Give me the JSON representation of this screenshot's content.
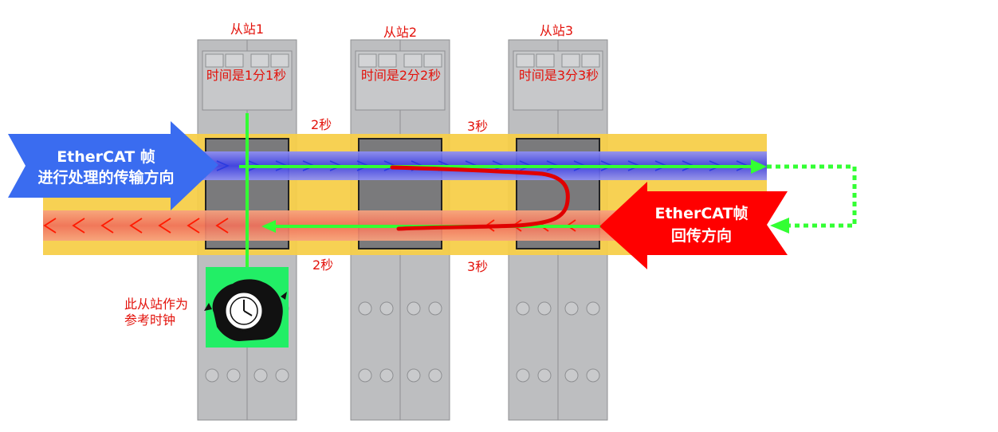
{
  "stations": [
    {
      "title": "从站1",
      "time": "时间是1分1秒"
    },
    {
      "title": "从站2",
      "time": "时间是2分2秒"
    },
    {
      "title": "从站3",
      "time": "时间是3分3秒"
    }
  ],
  "delays": {
    "top": [
      "2秒",
      "3秒"
    ],
    "bottom": [
      "2秒",
      "3秒"
    ]
  },
  "forward_arrow": {
    "line1": "EtherCAT 帧",
    "line2": "进行处理的传输方向",
    "color": "#3a6cf0"
  },
  "return_arrow": {
    "line1": "EtherCAT帧",
    "line2": "回传方向",
    "color": "#ff0000"
  },
  "reference_note": {
    "line1": "此从站作为",
    "line2": "参考时钟"
  },
  "icons": {
    "clock": "stopwatch-in-hand-icon"
  },
  "colors": {
    "text": "#e3120b",
    "bus": "#f7cf4a",
    "forward_band": "#6a6cf0",
    "return_band": "#f08a70",
    "flow": "#33ff33",
    "path": "#e00000",
    "station": "#bdbec0",
    "clock_bg": "#22ee66"
  }
}
